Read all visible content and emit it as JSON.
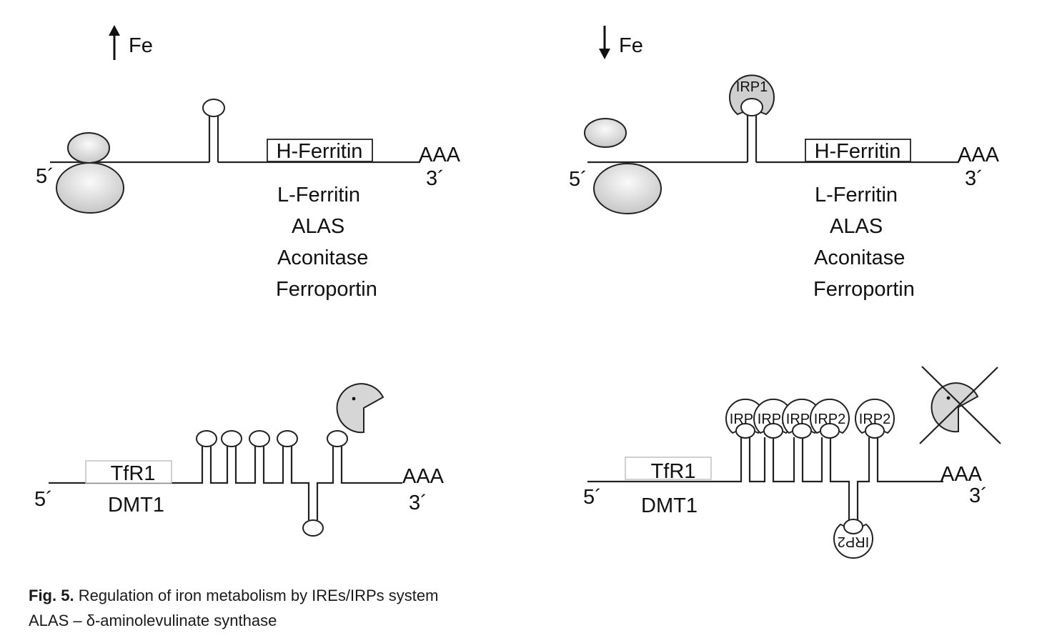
{
  "panels": {
    "high_fe": {
      "indicator": "Fe"
    },
    "low_fe": {
      "indicator": "Fe"
    }
  },
  "mrna": {
    "five_prime": "5´",
    "three_prime": "3´",
    "poly_a": "AAA"
  },
  "ire_5utr": {
    "boxed_gene": "H-Ferritin",
    "genes": [
      "L-Ferritin",
      "ALAS",
      "Aconitase",
      "Ferroportin"
    ]
  },
  "ire_3utr": {
    "boxed_gene": "TfR1",
    "gene2": "DMT1"
  },
  "proteins": {
    "irp1": "IRP1",
    "irp2": "IRP2"
  },
  "caption": {
    "fig_label": "Fig. 5.",
    "title": "Regulation of iron metabolism by IREs/IRPs system",
    "note": "ALAS – δ-aminolevulinate synthase"
  }
}
